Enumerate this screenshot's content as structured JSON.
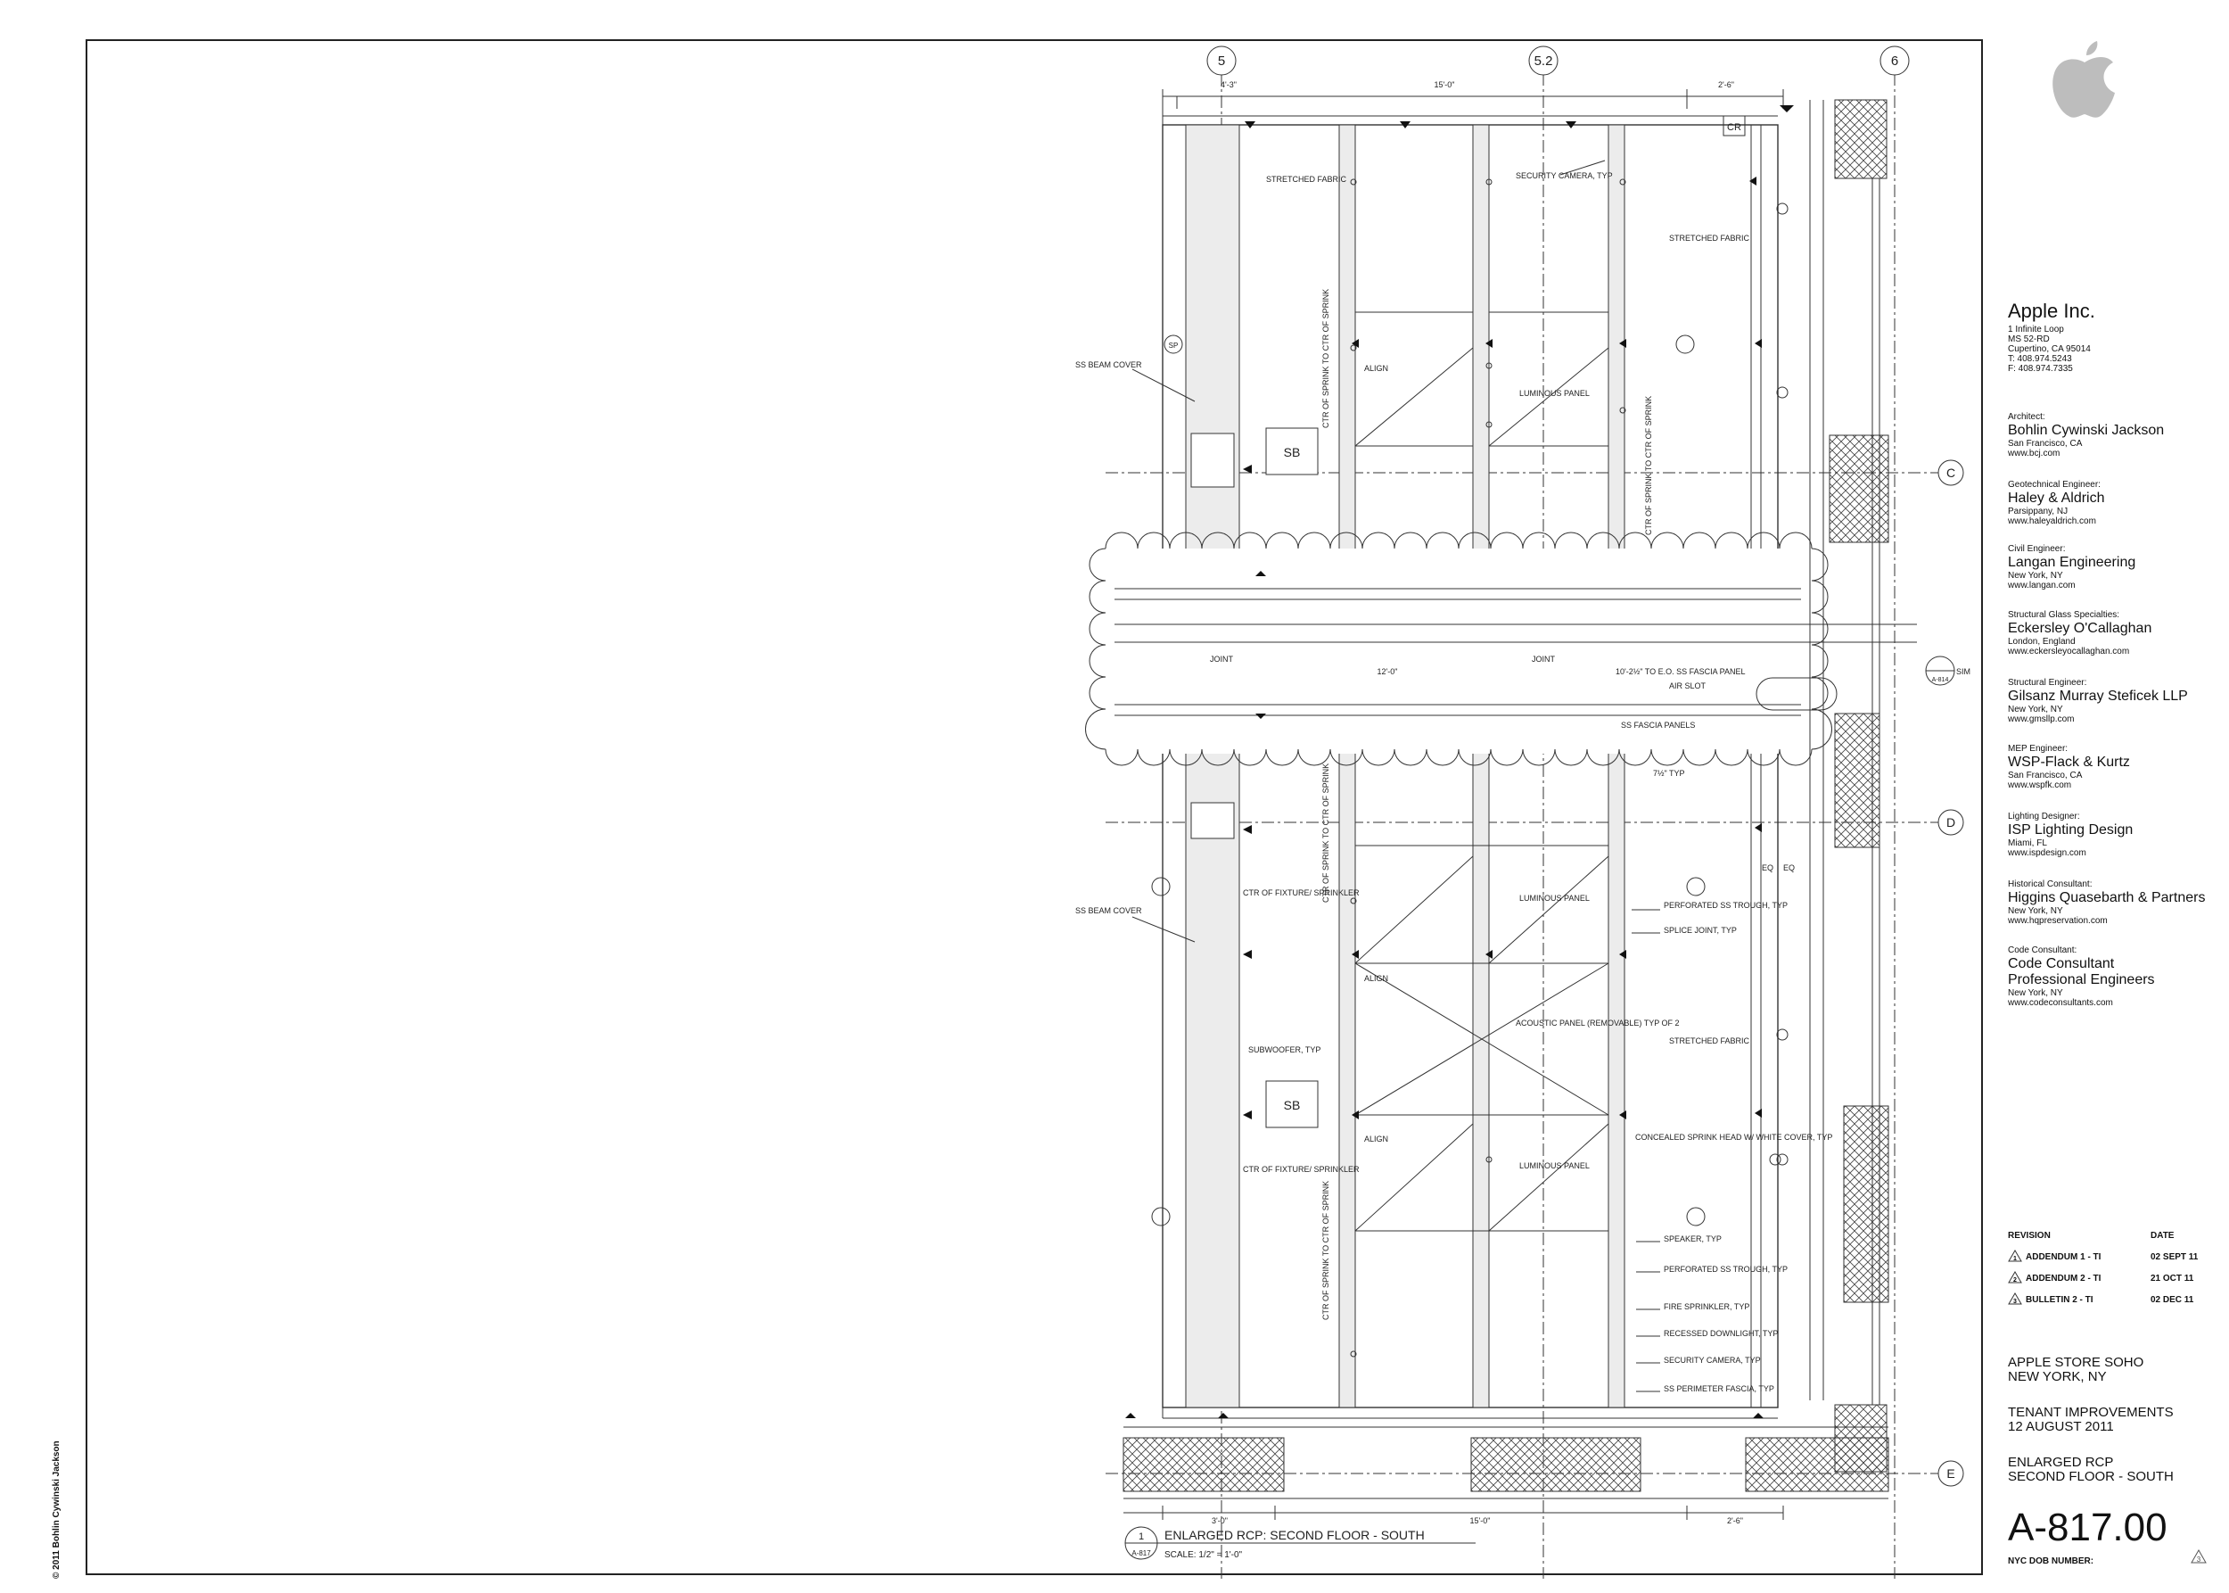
{
  "copyright": "© 2011 Bohlin Cywinski Jackson",
  "drawing": {
    "grid_top": [
      "5",
      "5.2",
      "6"
    ],
    "grid_right": [
      "C",
      "D",
      "E"
    ],
    "dims_top": [
      "4'-3\"",
      "15'-0\"",
      "2'-6\""
    ],
    "dims_bottom": [
      "3'-0\"",
      "15'-0\"",
      "2'-6\""
    ],
    "labels": {
      "cr": "CR",
      "stretched_fabric_1": "STRETCHED FABRIC",
      "stretched_fabric_2": "STRETCHED FABRIC",
      "stretched_fabric_3": "STRETCHED FABRIC",
      "security_camera_top": "SECURITY CAMERA, TYP",
      "ss_beam_cover_1": "SS BEAM COVER",
      "ss_beam_cover_2": "SS BEAM COVER",
      "luminous_panel_1": "LUMINOUS PANEL",
      "luminous_panel_2": "LUMINOUS PANEL",
      "luminous_panel_3": "LUMINOUS PANEL",
      "align_1": "ALIGN",
      "align_2": "ALIGN",
      "align_3": "ALIGN",
      "sb_1": "SB",
      "sb_2": "SB",
      "sp": "SP",
      "joint_1": "JOINT",
      "joint_2": "JOINT",
      "dim_12": "12'-0\"",
      "to_eo_fascia": "10'-2½\" TO E.O. SS FASCIA PANEL",
      "air_slot": "AIR SLOT",
      "ss_fascia_panels": "SS FASCIA PANELS",
      "typ_7": "7½\" TYP",
      "ctr_fixture_1": "CTR OF FIXTURE/ SPRINKLER",
      "ctr_fixture_2": "CTR OF FIXTURE/ SPRINKLER",
      "perforated_trough": "PERFORATED SS TROUGH, TYP",
      "splice_joint": "SPLICE JOINT, TYP",
      "acoustic_panel": "ACOUSTIC PANEL (REMOVABLE) TYP OF 2",
      "subwoofer": "SUBWOOFER, TYP",
      "concealed_sprink": "CONCEALED SPRINK HEAD W/ WHITE COVER, TYP",
      "speaker": "SPEAKER, TYP",
      "perforated_trough_2": "PERFORATED SS TROUGH, TYP",
      "fire_sprinkler": "FIRE SPRINKLER, TYP",
      "recessed_downlight": "RECESSED DOWNLIGHT, TYP",
      "security_camera_bottom": "SECURITY CAMERA, TYP",
      "ss_perimeter": "SS PERIMETER FASCIA, TYP",
      "ctr_sprink_1": "CTR OF SPRINK TO CTR OF SPRINK",
      "ctr_sprink_2": "CTR OF SPRINK TO CTR OF SPRINK",
      "ctr_sprink_3": "CTR OF SPRINK TO CTR OF SPRINK",
      "ctr_sprink_4": "CTR OF SPRINK TO CTR OF SPRINK",
      "eq": "EQ",
      "eq2": "EQ",
      "sim_ref": "SIM",
      "detail_ref": "A-814"
    },
    "title_tag_num": "1",
    "title_tag_sheet": "A-817",
    "title": "ENLARGED RCP: SECOND FLOOR - SOUTH",
    "scale": "SCALE: 1/2\" = 1'-0\""
  },
  "client": {
    "name": "Apple Inc.",
    "lines": [
      "1 Infinite Loop",
      "MS 52-RD",
      "Cupertino, CA 95014",
      "T: 408.974.5243",
      "F: 408.974.7335"
    ]
  },
  "consultants": [
    {
      "role": "Architect:",
      "name": "Bohlin Cywinski Jackson",
      "info": [
        "San Francisco, CA",
        "www.bcj.com"
      ]
    },
    {
      "role": "Geotechnical Engineer:",
      "name": "Haley & Aldrich",
      "info": [
        "Parsippany, NJ",
        "www.haleyaldrich.com"
      ]
    },
    {
      "role": "Civil Engineer:",
      "name": "Langan Engineering",
      "info": [
        "New York, NY",
        "www.langan.com"
      ]
    },
    {
      "role": "Structural Glass Specialties:",
      "name": "Eckersley O'Callaghan",
      "info": [
        "London, England",
        "www.eckersleyocallaghan.com"
      ]
    },
    {
      "role": "Structural Engineer:",
      "name": "Gilsanz Murray Steficek LLP",
      "info": [
        "New York, NY",
        "www.gmsllp.com"
      ]
    },
    {
      "role": "MEP Engineer:",
      "name": "WSP-Flack & Kurtz",
      "info": [
        "San Francisco, CA",
        "www.wspfk.com"
      ]
    },
    {
      "role": "Lighting Designer:",
      "name": "ISP Lighting Design",
      "info": [
        "Miami, FL",
        "www.ispdesign.com"
      ]
    },
    {
      "role": "Historical Consultant:",
      "name": "Higgins Quasebarth & Partners",
      "info": [
        "New York, NY",
        "www.hqpreservation.com"
      ]
    },
    {
      "role": "Code Consultant:",
      "name": "Code Consultant Professional Engineers",
      "info": [
        "New York, NY",
        "www.codeconsultants.com"
      ]
    }
  ],
  "revisions": {
    "header_label": "REVISION",
    "header_date": "DATE",
    "rows": [
      {
        "num": "1",
        "label": "ADDENDUM 1 - TI",
        "date": "02 SEPT 11"
      },
      {
        "num": "2",
        "label": "ADDENDUM 2 - TI",
        "date": "21 OCT 11"
      },
      {
        "num": "3",
        "label": "BULLETIN 2 - TI",
        "date": "02 DEC 11"
      }
    ]
  },
  "project": {
    "line1": "APPLE STORE SOHO",
    "line2": "NEW YORK, NY"
  },
  "phase": {
    "line1": "TENANT IMPROVEMENTS",
    "line2": "12 AUGUST 2011"
  },
  "sheet_title": {
    "line1": "ENLARGED RCP",
    "line2": "SECOND FLOOR - SOUTH"
  },
  "sheet_number": "A-817.00",
  "dob_label": "NYC DOB NUMBER:",
  "corner_rev": "3"
}
